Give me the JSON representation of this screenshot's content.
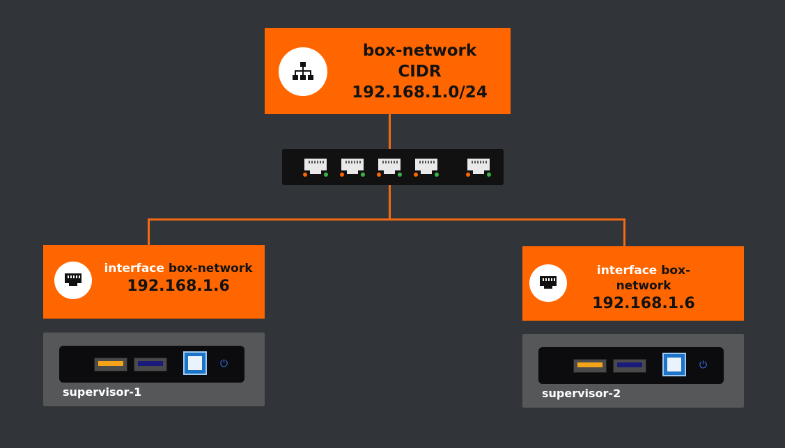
{
  "network": {
    "title": "box-network",
    "cidr_label": "CIDR",
    "cidr": "192.168.1.0/24",
    "icon": "network-hierarchy-icon"
  },
  "switch": {
    "port_count": 5,
    "icon": "ethernet-port-icon"
  },
  "hosts": [
    {
      "interface_keyword": "interface",
      "interface_name": "box-network",
      "ip": "192.168.1.6",
      "name": "supervisor-1",
      "icon": "ethernet-port-icon"
    },
    {
      "interface_keyword": "interface",
      "interface_name": "box-network",
      "ip": "192.168.1.6",
      "name": "supervisor-2",
      "icon": "ethernet-port-icon"
    }
  ],
  "colors": {
    "background": "#313438",
    "accent": "#ff6600",
    "wire": "#f26a14",
    "panel": "#555759",
    "usb_orange": "#f5a31a",
    "usb_blue": "#1a1a7a",
    "power": "#3a7bff"
  }
}
